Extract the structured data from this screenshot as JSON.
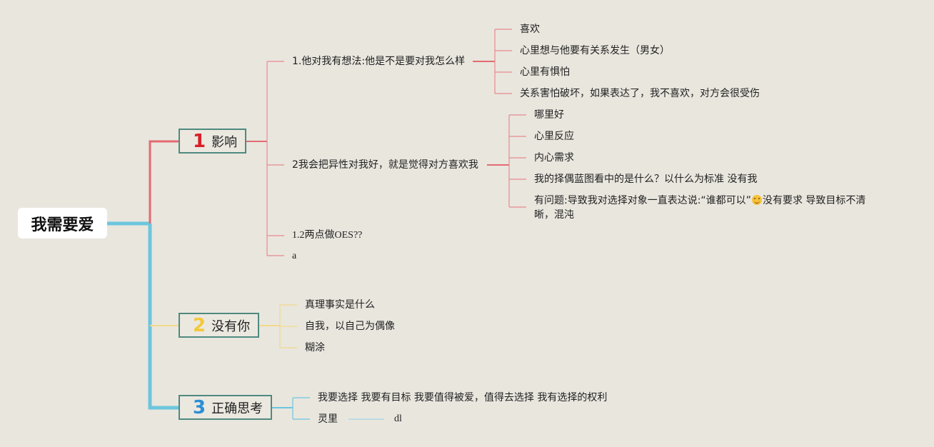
{
  "root": "我需要爱",
  "branches": [
    {
      "number": "1",
      "label": "影响",
      "color": "#d9202b"
    },
    {
      "number": "2",
      "label": "没有你",
      "color": "#f3c93a"
    },
    {
      "number": "3",
      "label": "正确思考",
      "color": "#2a8fd6"
    }
  ],
  "b1": {
    "c1": "1.他对我有想法:他是不是要对我怎么样",
    "c1_items": [
      "喜欢",
      "心里想与他要有关系发生（男女）",
      "心里有惧怕",
      "关系害怕破坏，如果表达了，我不喜欢，对方会很受伤"
    ],
    "c2": "2我会把异性对我好，就是觉得对方喜欢我",
    "c2_items": [
      "哪里好",
      "心里反应",
      "内心需求",
      "我的择偶蓝图看中的是什么？以什么为标准 没有我"
    ],
    "c2_last_a": "有问题:导致我对选择对象一直表达说:“谁都可以”",
    "c2_last_b": "没有要求 导致目标不清晰，混沌",
    "c3": "1.2两点做OES??",
    "c4": "a"
  },
  "b2": {
    "items": [
      "真理事实是什么",
      "自我，以自己为偶像",
      "糊涂"
    ]
  },
  "b3": {
    "item1": "我要选择 我要有目标 我要值得被爱，值得去选择 我有选择的权利",
    "item2": "灵里",
    "item2_child": "dl"
  },
  "colors": {
    "background": "#e9e6de",
    "pink": "#e88a8f",
    "pink_strong": "#e36b72",
    "yellow": "#f2d98a",
    "blue": "#6cc6dd",
    "border": "#4f8a7f"
  }
}
